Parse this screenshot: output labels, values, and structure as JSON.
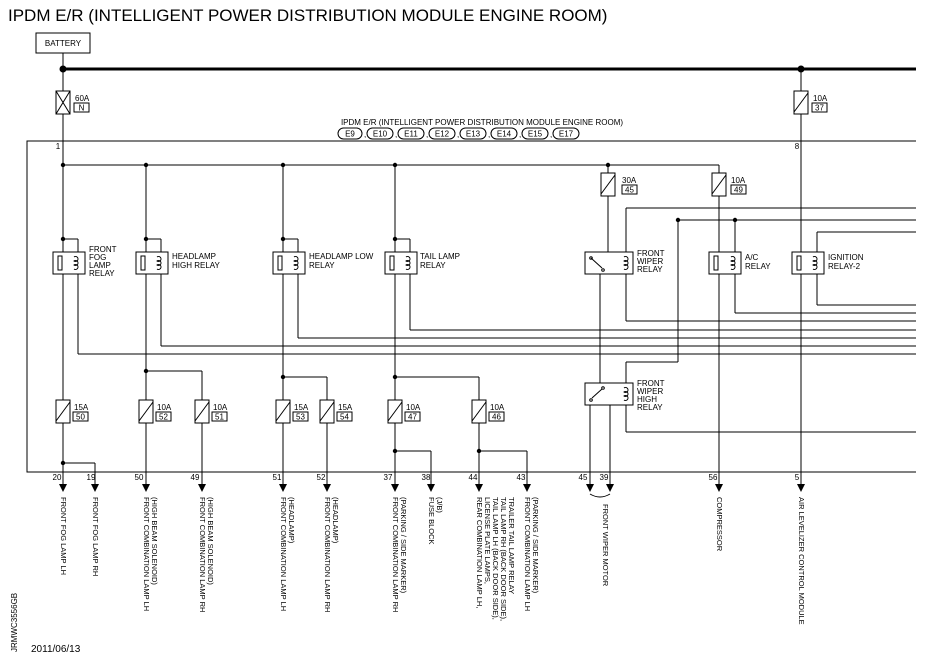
{
  "title": "IPDM E/R (INTELLIGENT POWER DISTRIBUTION MODULE ENGINE ROOM)",
  "battery_label": "BATTERY",
  "module_label": "IPDM E/R (INTELLIGENT POWER DISTRIBUTION MODULE ENGINE ROOM)",
  "connectors": [
    "E9",
    "E10",
    "E11",
    "E12",
    "E13",
    "E14",
    "E15",
    "E17"
  ],
  "fuses": [
    {
      "id": "f60",
      "amp": "60A",
      "code": "N"
    },
    {
      "id": "f10a",
      "amp": "10A",
      "code": "37"
    },
    {
      "id": "f30",
      "amp": "30A",
      "code": "45"
    },
    {
      "id": "f10b",
      "amp": "10A",
      "code": "49"
    },
    {
      "id": "f15a",
      "amp": "15A",
      "code": "50"
    },
    {
      "id": "f10c",
      "amp": "10A",
      "code": "52"
    },
    {
      "id": "f10d",
      "amp": "10A",
      "code": "51"
    },
    {
      "id": "f15b",
      "amp": "15A",
      "code": "53"
    },
    {
      "id": "f15c",
      "amp": "15A",
      "code": "54"
    },
    {
      "id": "f10e",
      "amp": "10A",
      "code": "47"
    },
    {
      "id": "f10f",
      "amp": "10A",
      "code": "46"
    }
  ],
  "relays": [
    {
      "id": "fog",
      "lines": [
        "FRONT",
        "FOG",
        "LAMP",
        "RELAY"
      ]
    },
    {
      "id": "hhigh",
      "lines": [
        "HEADLAMP",
        "HIGH RELAY"
      ]
    },
    {
      "id": "hlow",
      "lines": [
        "HEADLAMP LOW",
        "RELAY"
      ]
    },
    {
      "id": "tail",
      "lines": [
        "TAIL LAMP",
        "RELAY"
      ]
    },
    {
      "id": "wiper",
      "lines": [
        "FRONT",
        "WIPER",
        "RELAY"
      ]
    },
    {
      "id": "ac",
      "lines": [
        "A/C",
        "RELAY"
      ]
    },
    {
      "id": "ign",
      "lines": [
        "IGNITION",
        "RELAY-2"
      ]
    },
    {
      "id": "wiperhigh",
      "lines": [
        "FRONT",
        "WIPER",
        "HIGH",
        "RELAY"
      ]
    }
  ],
  "pins_top": [
    "1",
    "8"
  ],
  "pins_bottom": [
    "20",
    "19",
    "50",
    "49",
    "51",
    "52",
    "37",
    "38",
    "44",
    "43",
    "45",
    "39",
    "56",
    "5"
  ],
  "outputs": [
    [
      "FRONT FOG LAMP LH"
    ],
    [
      "FRONT FOG LAMP RH"
    ],
    [
      "FRONT COMBINATION LAMP LH",
      "(HIGH BEAM SOLENOID)"
    ],
    [
      "FRONT COMBINATION LAMP RH",
      "(HIGH BEAM SOLENOID)"
    ],
    [
      "FRONT COMBINATION LAMP LH",
      "(HEADLAMP)"
    ],
    [
      "FRONT COMBINATION LAMP RH",
      "(HEADLAMP)"
    ],
    [
      "FRONT COMBINATION LAMP RH",
      "(PARKING / SIDE MARKER)"
    ],
    [
      "FUSE BLOCK",
      "(J/B)"
    ],
    [
      "REAR COMBINATION LAMP LH,",
      "LICENSE PLATE LAMPS,",
      "TAIL LAMP LH (BACK DOOR SIDE),",
      "TAIL LAMP RH (BACK DOOR SIDE),",
      "TRAILER TAIL LAMP RELAY"
    ],
    [
      "FRONT COMBINATION LAMP LH",
      "(PARKING / SIDE MARKER)"
    ],
    [
      "FRONT WIPER MOTOR"
    ],
    [
      "COMPRESSOR"
    ],
    [
      "AIR LEVELIZER CONTROL MODULE"
    ]
  ],
  "date": "2011/06/13",
  "figure_code": "JRMWC3556GB"
}
